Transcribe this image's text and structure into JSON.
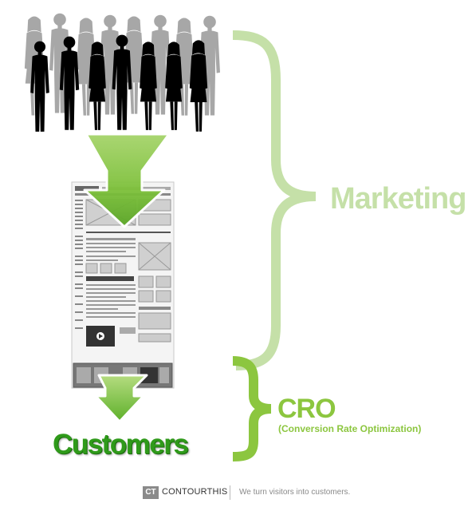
{
  "labels": {
    "marketing": "Marketing",
    "cro": "CRO",
    "cro_full": "(Conversion Rate Optimization)",
    "customers": "Customers"
  },
  "footer": {
    "logo_mark": "CT",
    "brand": "CONTOURTHIS",
    "tagline": "We turn visitors into customers."
  },
  "colors": {
    "marketing": "#c5e0a8",
    "cro": "#8cc63f",
    "customers": "#2f9a1a",
    "arrow": "#8cc63f",
    "silhouette_front": "#000000",
    "silhouette_back": "#8a8a8a"
  },
  "icons": [
    "crowd-silhouettes",
    "down-arrow",
    "website-wireframe",
    "curly-brace",
    "play-icon"
  ]
}
